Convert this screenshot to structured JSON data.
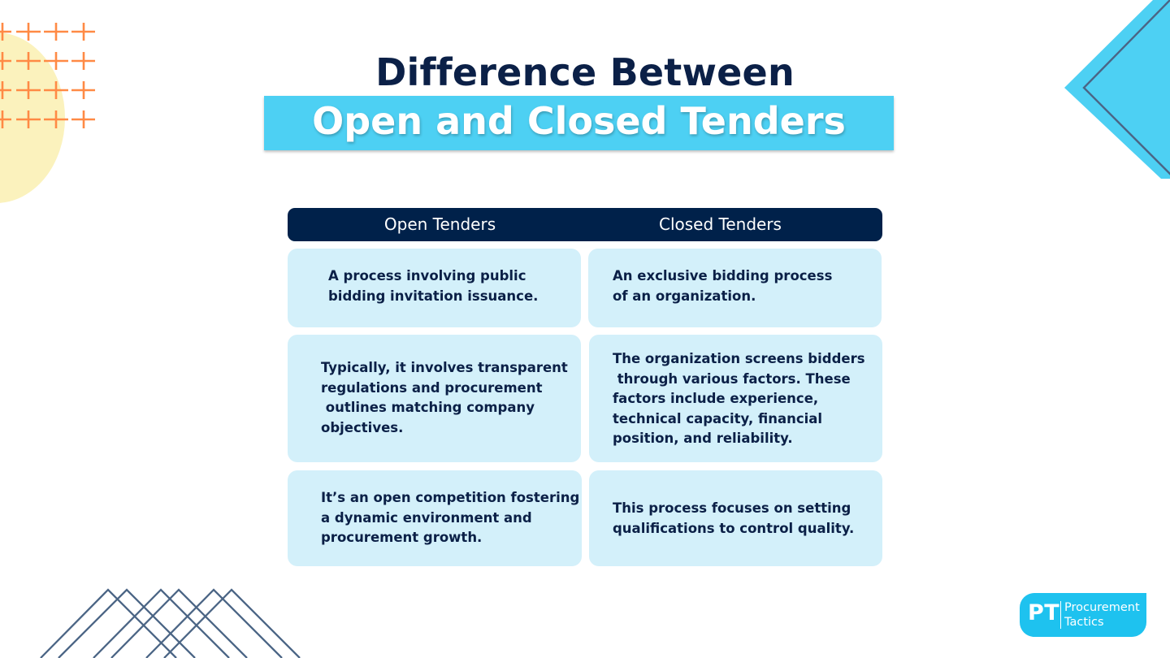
{
  "title": {
    "line1": "Difference Between",
    "line2": "Open and Closed Tenders"
  },
  "table": {
    "headers": [
      "Open Tenders",
      "Closed Tenders"
    ],
    "rows": [
      {
        "open": "A process involving public\nbidding invitation issuance.",
        "closed": "An exclusive bidding process\nof an organization."
      },
      {
        "open": "Typically, it involves transparent\nregulations and procurement\n outlines matching company\nobjectives.",
        "closed": "The organization screens bidders\n through various factors. These\nfactors include experience,\ntechnical capacity, financial\nposition, and reliability."
      },
      {
        "open": "It’s an open competition fostering\na dynamic environment and\nprocurement growth.",
        "closed": "This process focuses on setting\nqualifications to control quality."
      }
    ]
  },
  "logo": {
    "initials": "PT",
    "name": "Procurement\nTactics"
  },
  "colors": {
    "navy": "#00214a",
    "title_text": "#0b2047",
    "cyan_band": "#4dd0f3",
    "card_bg": "#d3f0fa",
    "logo_bg": "#1ec2ef",
    "plus_orange": "#ff8a45",
    "yellow_circle": "#fbf2bd",
    "line_slate": "#4b6585"
  }
}
